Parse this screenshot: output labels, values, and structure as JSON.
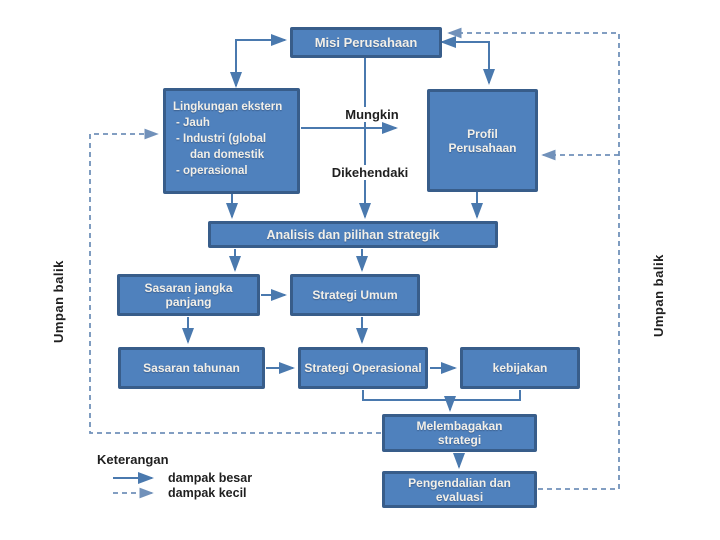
{
  "diagram": {
    "title_hint": "Strategic management process flow (slide diagram)",
    "nodes": {
      "misi": {
        "label": "Misi Perusahaan"
      },
      "lingkungan": {
        "title": "Lingkungan ekstern",
        "lines": [
          "- Jauh",
          "- Industri (global",
          "dan domestik",
          "- operasional"
        ]
      },
      "profil": {
        "label": "Profil Perusahaan"
      },
      "analisis": {
        "label": "Analisis dan pilihan strategik"
      },
      "sasaran_jangka_panjang": {
        "label": "Sasaran jangka panjang"
      },
      "strategi_umum": {
        "label": "Strategi Umum"
      },
      "sasaran_tahunan": {
        "label": "Sasaran tahunan"
      },
      "strategi_operasional": {
        "label": "Strategi Operasional"
      },
      "kebijakan": {
        "label": "kebijakan"
      },
      "melembagakan": {
        "label": "Melembagakan strategi"
      },
      "pengendalian": {
        "label": "Pengendalian dan evaluasi"
      }
    },
    "labels": {
      "mungkin": "Mungkin",
      "dikehendaki": "Dikehendaki",
      "umpan_balik_left": "Umpan balik",
      "umpan_balik_right": "Umpan balik"
    },
    "legend": {
      "title": "Keterangan",
      "solid_label": "dampak besar",
      "dashed_label": "dampak kecil"
    },
    "colors": {
      "box_fill": "#4f81bd",
      "box_border": "#385d8a",
      "box_text": "#f2efe8",
      "connector_solid": "#4a79ae",
      "connector_dashed": "#7191ba",
      "label_text": "#1f1f1f",
      "background": "#ffffff"
    }
  }
}
